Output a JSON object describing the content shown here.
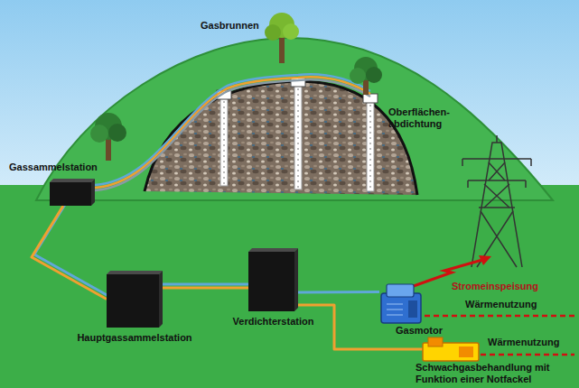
{
  "diagram": {
    "nodes": [
      {
        "text": [
          "Gassammelstation"
        ]
      },
      {
        "text": [
          "Hauptgassammelstation"
        ]
      },
      {
        "text": [
          "Verdichterstation"
        ]
      },
      {
        "text": [
          "Gasmotor"
        ]
      },
      {
        "text": [
          "Schwachgasbehandlung mit Funktion einer Notfackel"
        ]
      }
    ],
    "edges": [
      {
        "from": 0,
        "to": 1,
        "arrow": "none"
      },
      {
        "from": 1,
        "to": 2,
        "arrow": "none"
      },
      {
        "from": 2,
        "to": 3,
        "arrow": "none"
      },
      {
        "from": 2,
        "to": 4,
        "arrow": "none"
      }
    ],
    "labels": [
      "Gasbrunnen",
      "Oberflächen- abdichtung",
      "Stromeinspeisung",
      "Wärmenutzung",
      "Wärmenutzung"
    ]
  }
}
